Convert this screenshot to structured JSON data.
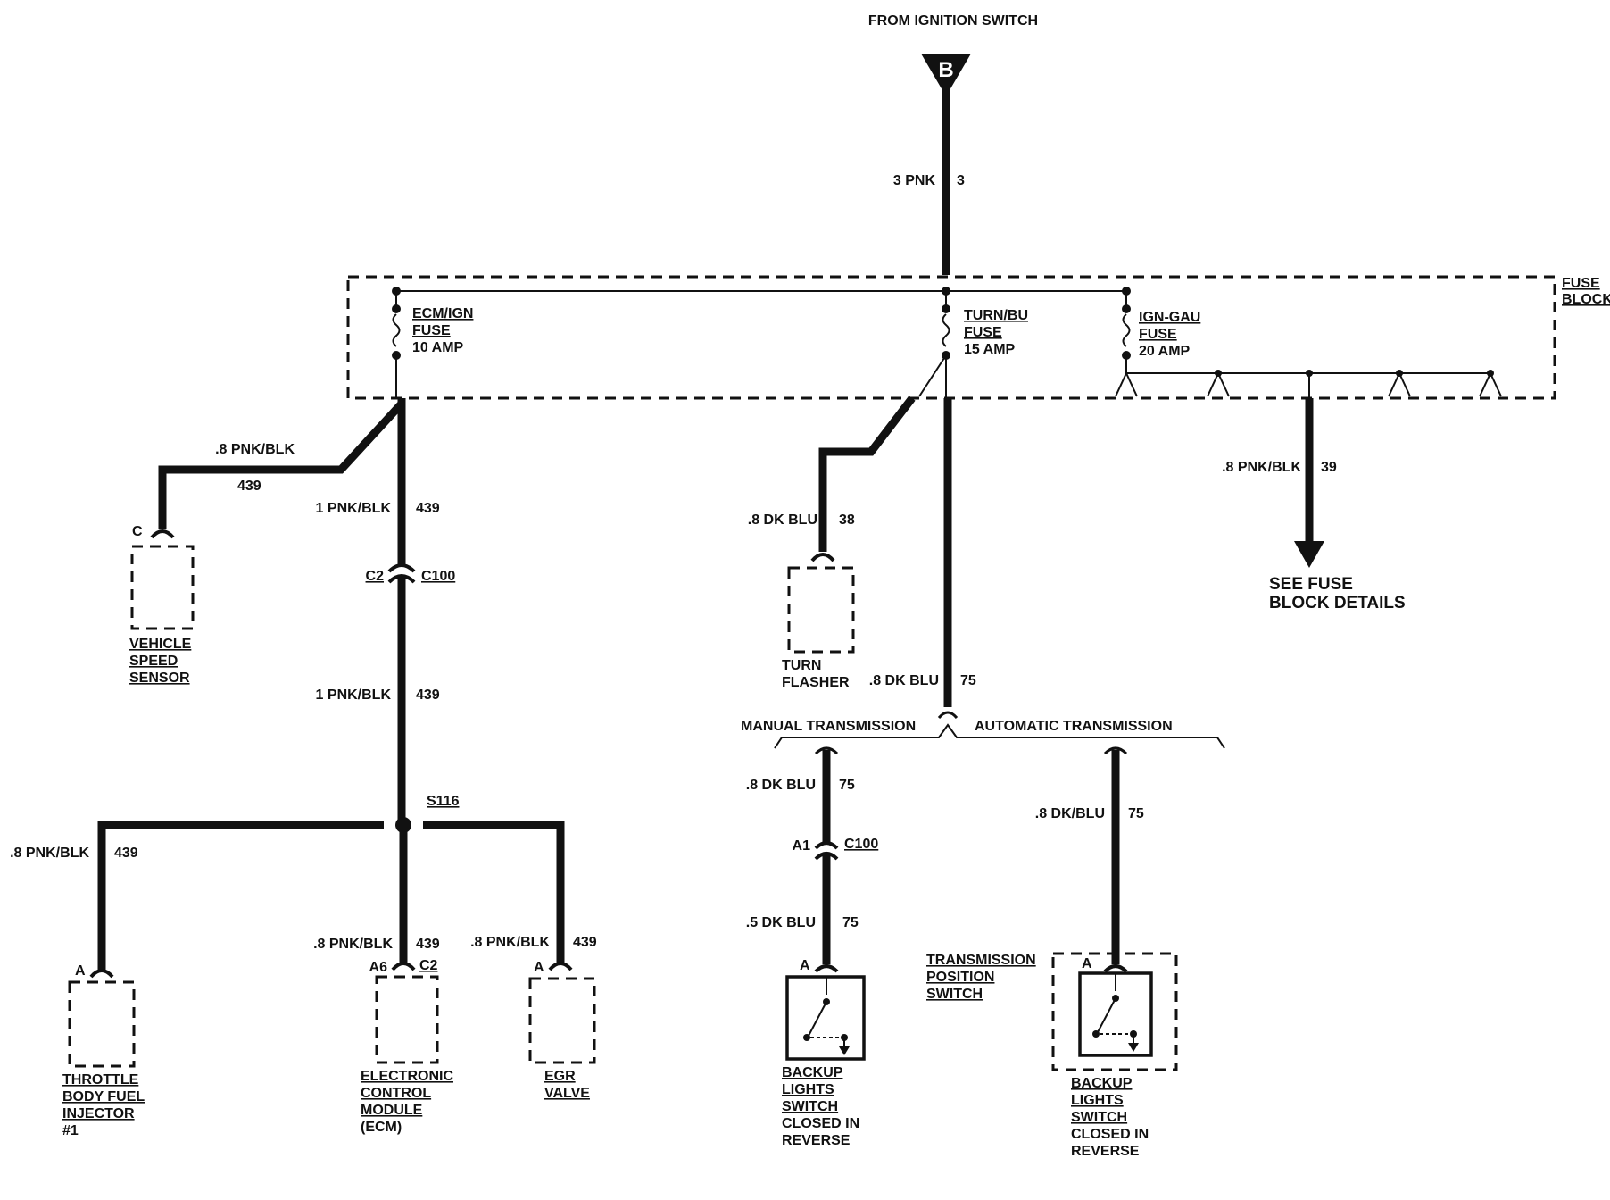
{
  "source": {
    "label": "FROM IGNITION SWITCH",
    "connector": "B"
  },
  "main_feed": {
    "size_color": "3 PNK",
    "circuit": "3"
  },
  "fuse_block": {
    "label_line1": "FUSE",
    "label_line2": "BLOCK"
  },
  "fuses": [
    {
      "line1": "ECM/IGN",
      "line2": "FUSE",
      "rating": "10 AMP"
    },
    {
      "line1": "TURN/BU",
      "line2": "FUSE",
      "rating": "15 AMP"
    },
    {
      "line1": "IGN-GAU",
      "line2": "FUSE",
      "rating": "20 AMP"
    }
  ],
  "wires": {
    "vss": {
      "size_color": ".8 PNK/BLK",
      "circuit": "439"
    },
    "ecm_feed_upper": {
      "size_color": "1 PNK/BLK",
      "circuit": "439"
    },
    "ecm_feed_lower": {
      "size_color": "1 PNK/BLK",
      "circuit": "439"
    },
    "injector": {
      "size_color": ".8 PNK/BLK",
      "circuit": "439"
    },
    "ecm": {
      "size_color": ".8 PNK/BLK",
      "circuit": "439"
    },
    "egr": {
      "size_color": ".8 PNK/BLK",
      "circuit": "439"
    },
    "turn_flasher": {
      "size_color": ".8 DK BLU",
      "circuit": "38"
    },
    "backup_main": {
      "size_color": ".8 DK BLU",
      "circuit": "75"
    },
    "manual_upper": {
      "size_color": ".8 DK BLU",
      "circuit": "75"
    },
    "manual_lower": {
      "size_color": ".5 DK BLU",
      "circuit": "75"
    },
    "auto": {
      "size_color": ".8 DK/BLU",
      "circuit": "75"
    },
    "fuse_details": {
      "size_color": ".8 PNK/BLK",
      "circuit": "39"
    }
  },
  "connectors": {
    "c100_upper": {
      "pin": "C2",
      "name": "C100"
    },
    "c100_lower": {
      "pin": "A1",
      "name": "C100"
    },
    "ecm_conn": {
      "pin": "A6",
      "name": "C2"
    },
    "splice": "S116",
    "vss_pin": "C",
    "injector_pin": "A",
    "egr_pin": "A",
    "manual_switch_pin": "A",
    "auto_switch_pin": "A"
  },
  "components": {
    "vss": [
      "VEHICLE",
      "SPEED",
      "SENSOR"
    ],
    "injector": [
      "THROTTLE",
      "BODY FUEL",
      "INJECTOR",
      "#1"
    ],
    "ecm": [
      "ELECTRONIC",
      "CONTROL",
      "MODULE",
      "(ECM)"
    ],
    "egr": [
      "EGR",
      "VALVE"
    ],
    "turn_flasher": [
      "TURN",
      "FLASHER"
    ],
    "manual_switch": [
      "BACKUP",
      "LIGHTS",
      "SWITCH",
      "CLOSED IN",
      "REVERSE"
    ],
    "auto_position": [
      "TRANSMISSION",
      "POSITION",
      "SWITCH"
    ],
    "auto_switch": [
      "BACKUP",
      "LIGHTS",
      "SWITCH",
      "CLOSED IN",
      "REVERSE"
    ]
  },
  "branches": {
    "manual": "MANUAL TRANSMISSION",
    "automatic": "AUTOMATIC TRANSMISSION"
  },
  "see_details": [
    "SEE FUSE",
    "BLOCK DETAILS"
  ]
}
